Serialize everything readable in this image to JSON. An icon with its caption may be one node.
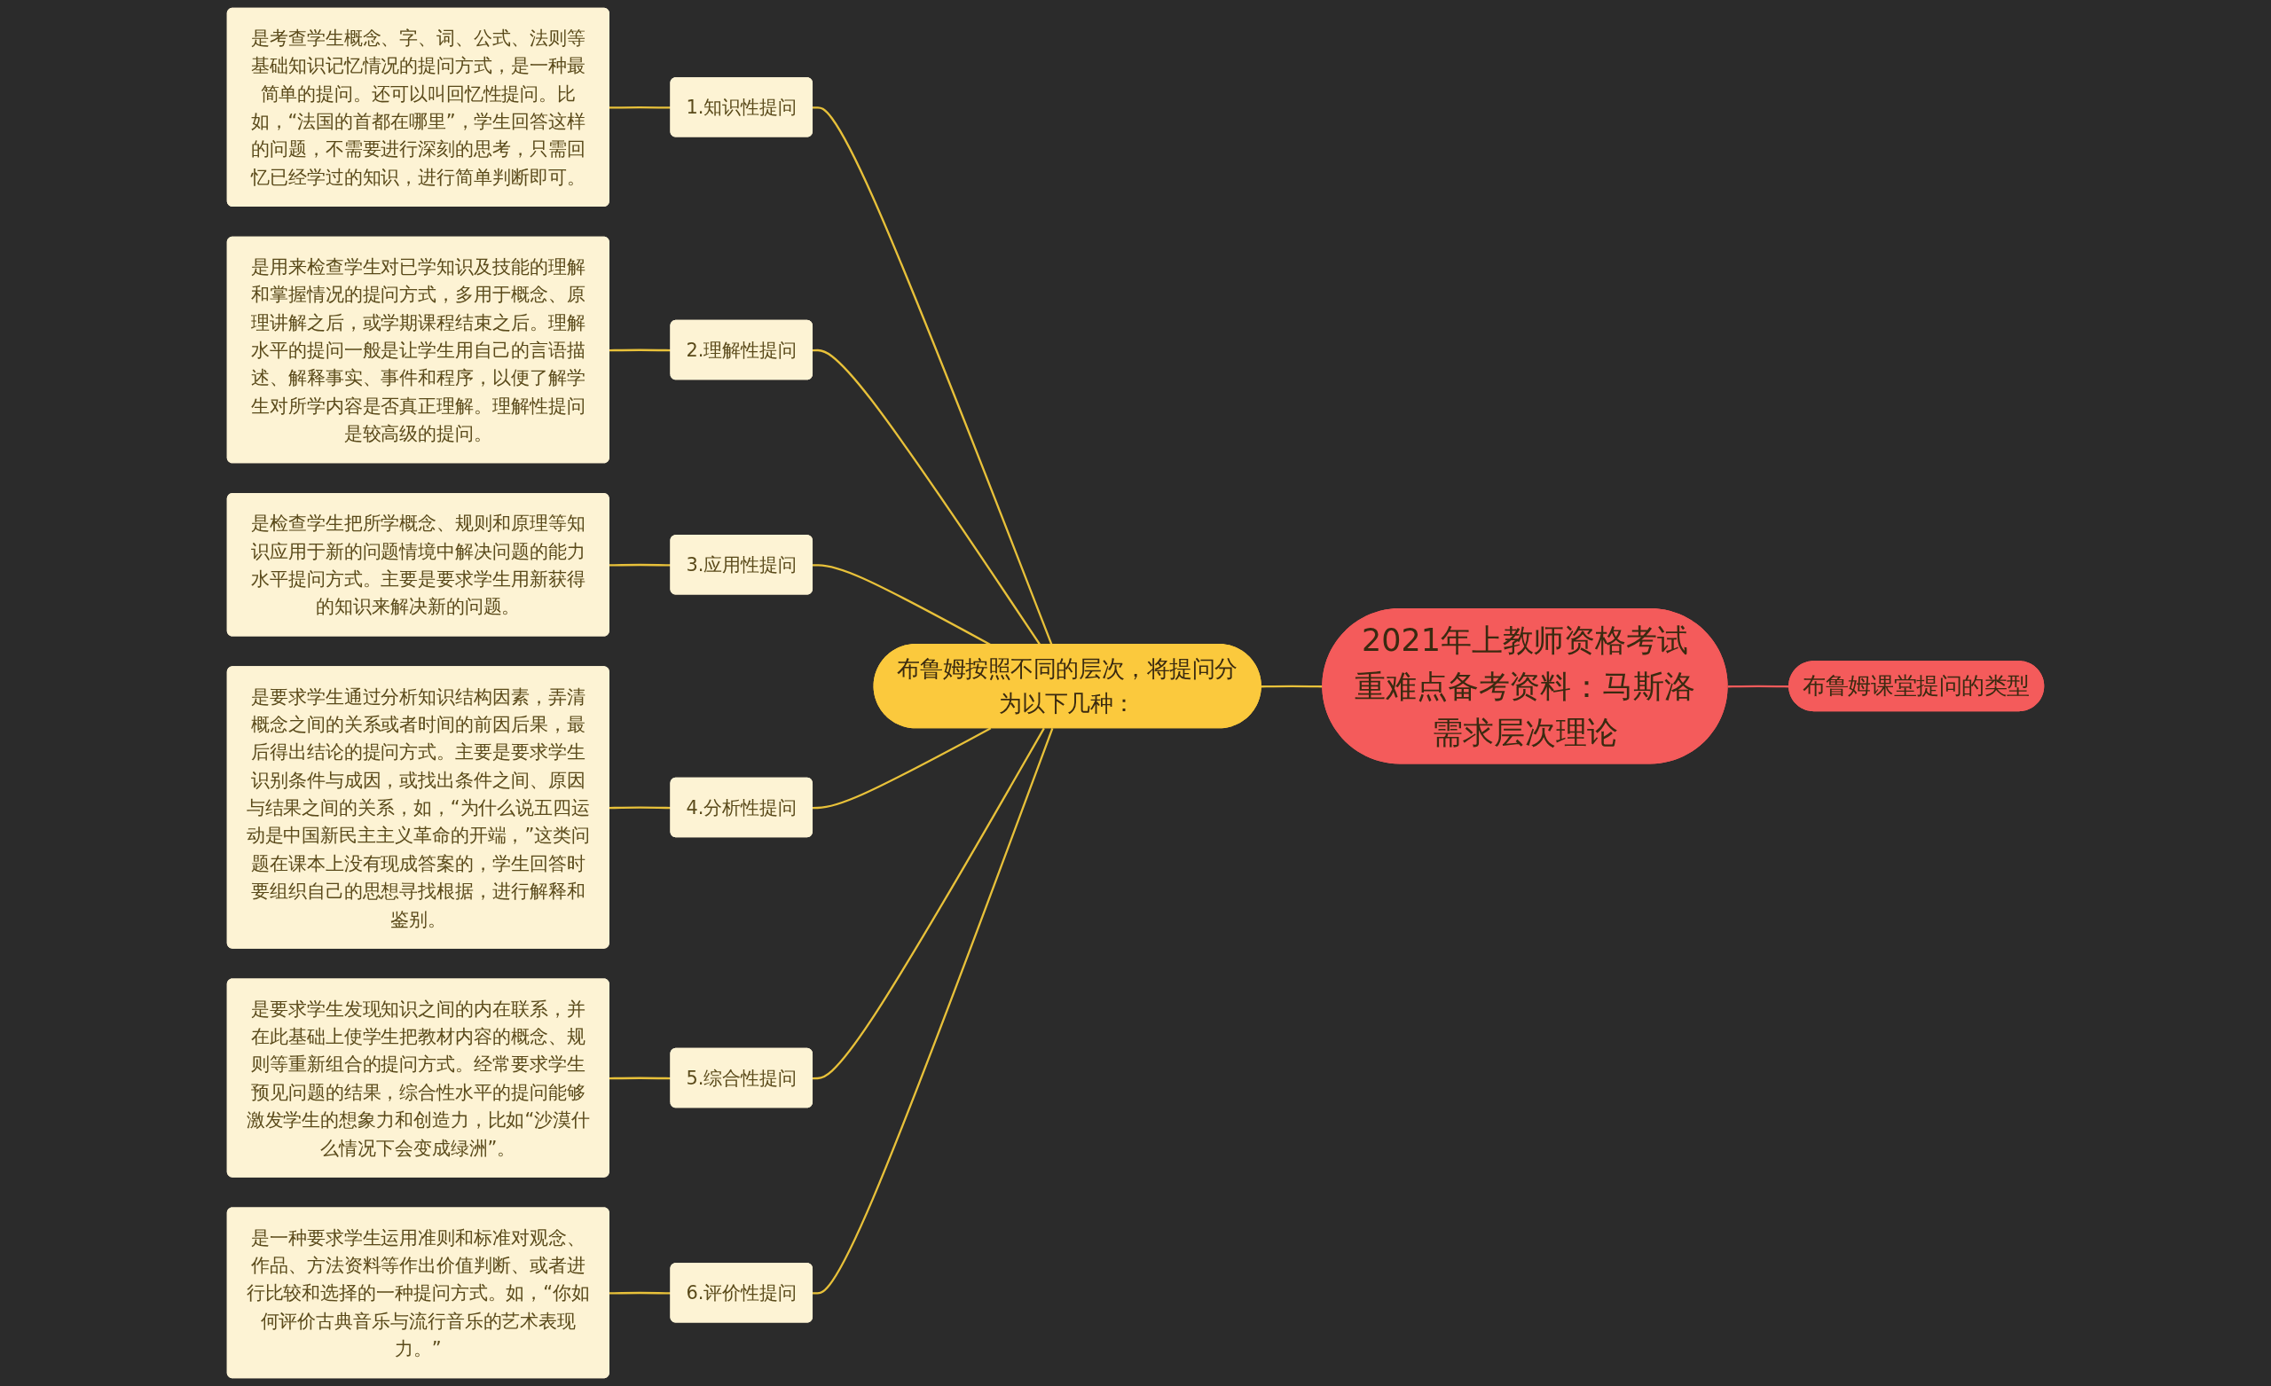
{
  "diagram": {
    "nodes": [
      {
        "text": [
          "2021年上教师资格考试重难点备考资料：马斯洛需求层次理论"
        ]
      },
      {
        "text": [
          "布鲁姆课堂提问的类型"
        ]
      },
      {
        "text": [
          "布鲁姆按照不同的层次，将提问分为以下几种："
        ]
      },
      {
        "text": [
          "1.知识性提问"
        ]
      },
      {
        "text": [
          "2.理解性提问"
        ]
      },
      {
        "text": [
          "3.应用性提问"
        ]
      },
      {
        "text": [
          "4.分析性提问"
        ]
      },
      {
        "text": [
          "5.综合性提问"
        ]
      },
      {
        "text": [
          "6.评价性提问"
        ]
      },
      {
        "text": [
          "是考查学生概念、字、词、公式、法则等基础知识记忆情况的提问方式，是一种最简单的提问。还可以叫回忆性提问。比如，“法国的首都在哪里”，学生回答这样的问题，不需要进行深刻的思考，只需回忆已经学过的知识，进行简单判断即可。"
        ]
      },
      {
        "text": [
          "是用来检查学生对已学知识及技能的理解和掌握情况的提问方式，多用于概念、原理讲解之后，或学期课程结束之后。理解水平的提问一般是让学生用自己的言语描述、解释事实、事件和程序，以便了解学生对所学内容是否真正理解。理解性提问是较高级的提问。"
        ]
      },
      {
        "text": [
          "是检查学生把所学概念、规则和原理等知识应用于新的问题情境中解决问题的能力水平提问方式。主要是要求学生用新获得的知识来解决新的问题。"
        ]
      },
      {
        "text": [
          "是要求学生通过分析知识结构因素，弄清概念之间的关系或者时间的前因后果，最后得出结论的提问方式。主要是要求学生识别条件与成因，或找出条件之间、原因与结果之间的关系，如，“为什么说五四运动是中国新民主主义革命的开端，”这类问题在课本上没有现成答案的，学生回答时要组织自己的思想寻找根据，进行解释和鉴别。"
        ]
      },
      {
        "text": [
          "是要求学生发现知识之间的内在联系，并在此基础上使学生把教材内容的概念、规则等重新组合的提问方式。经常要求学生预见问题的结果，综合性水平的提问能够激发学生的想象力和创造力，比如“沙漠什么情况下会变成绿洲”。"
        ]
      },
      {
        "text": [
          "是一种要求学生运用准则和标准对观念、作品、方法资料等作出价值判断、或者进行比较和选择的一种提问方式。如，“你如何评价古典音乐与流行音乐的艺术表现力。”"
        ]
      }
    ],
    "edges": [
      {
        "from": 1,
        "to": 0,
        "arrow": "none",
        "color": "#f05a5a"
      },
      {
        "from": 0,
        "to": 2,
        "arrow": "none"
      },
      {
        "from": 2,
        "to": 3,
        "arrow": "none"
      },
      {
        "from": 2,
        "to": 4,
        "arrow": "none"
      },
      {
        "from": 2,
        "to": 5,
        "arrow": "none"
      },
      {
        "from": 2,
        "to": 6,
        "arrow": "none"
      },
      {
        "from": 2,
        "to": 7,
        "arrow": "none"
      },
      {
        "from": 2,
        "to": 8,
        "arrow": "none"
      },
      {
        "from": 3,
        "to": 9,
        "arrow": "none"
      },
      {
        "from": 4,
        "to": 10,
        "arrow": "none"
      },
      {
        "from": 5,
        "to": 11,
        "arrow": "none"
      },
      {
        "from": 6,
        "to": 12,
        "arrow": "none"
      },
      {
        "from": 7,
        "to": 13,
        "arrow": "none"
      },
      {
        "from": 8,
        "to": 14,
        "arrow": "none"
      }
    ]
  }
}
